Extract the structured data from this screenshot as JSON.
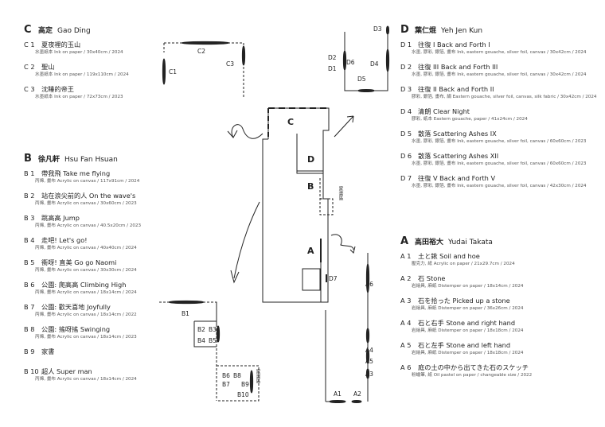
{
  "sections": {
    "C": {
      "letter": "C",
      "name": "高定",
      "name_en": "Gao Ding",
      "entries": [
        {
          "id": "C 1",
          "title": "夏夜裡的玉山",
          "meta": "水墨紙本 Ink on paper / 30x40cm / 2024"
        },
        {
          "id": "C 2",
          "title": "聖山",
          "meta": "水墨紙本 Ink on paper / 119x110cm / 2024"
        },
        {
          "id": "C 3",
          "title": "沈睡的帝王",
          "meta": "水墨紙本 Ink on paper / 72x73cm / 2023"
        }
      ]
    },
    "B": {
      "letter": "B",
      "name": "徐凡軒",
      "name_en": "Hsu Fan Hsuan",
      "entries": [
        {
          "id": "B 1",
          "title": "帶我飛  Take me flying",
          "meta": "丙烯, 畫布 Acrylic on canvas / 117x91cm / 2024"
        },
        {
          "id": "B 2",
          "title": "站在浪尖前的人  On the wave's",
          "meta": "丙烯, 畫布 Acrylic on canvas / 30x60cm / 2023"
        },
        {
          "id": "B 3",
          "title": "跳高高  Jump",
          "meta": "丙烯, 畫布 Acrylic on canvas / 40.5x20cm / 2023"
        },
        {
          "id": "B 4",
          "title": "走吧!  Let's go!",
          "meta": "丙烯, 畫布 Acrylic on canvas / 40x40cm / 2024"
        },
        {
          "id": "B 5",
          "title": "衝呀! 直美  Go go Naomi",
          "meta": "丙烯, 畫布 Acrylic on canvas / 30x30cm / 2024"
        },
        {
          "id": "B 6",
          "title": "公園: 爬高高  Climbing High",
          "meta": "丙烯, 畫布 Acrylic on canvas / 18x14cm / 2024"
        },
        {
          "id": "B 7",
          "title": "公園: 歡天喜地  Joyfully",
          "meta": "丙烯, 畫布 Acrylic on canvas / 18x14cm / 2022"
        },
        {
          "id": "B 8",
          "title": "公園: 搖呀搖  Swinging",
          "meta": "丙烯, 畫布 Acrylic on canvas / 18x14cm / 2023"
        },
        {
          "id": "B 9",
          "title": "家書",
          "meta": ""
        },
        {
          "id": "B 10",
          "title": "超人  Super man",
          "meta": "丙烯, 畫布 Acrylic on canvas / 18x14cm / 2024"
        }
      ]
    },
    "D": {
      "letter": "D",
      "name": "葉仁焜",
      "name_en": "Yeh Jen Kun",
      "entries": [
        {
          "id": "D 1",
          "title": "往復 I  Back and Forth I",
          "meta": "水墨, 膠彩, 銀箔, 畫布 Ink, eastern gouache, silver foil, canvas / 30x42cm / 2024"
        },
        {
          "id": "D 2",
          "title": "往復 III  Back and Forth III",
          "meta": "水墨, 膠彩, 銀箔, 畫布 Ink, eastern gouache, silver foil, canvas / 30x42cm / 2024"
        },
        {
          "id": "D 3",
          "title": "往復 II  Back and Forth II",
          "meta": "膠彩, 銀箔, 畫布, 絹 Eastern gouache, silver foil, canvas, silk fabric / 30x42cm / 2024"
        },
        {
          "id": "D 4",
          "title": "清朗  Clear Night",
          "meta": "膠彩, 紙本 Eastern gouache, paper / 41x24cm / 2024"
        },
        {
          "id": "D 5",
          "title": "散落  Scattering Ashes IX",
          "meta": "水墨, 膠彩, 銀箔, 畫布 Ink, eastern gouache, silver foil, canvas / 60x60cm / 2023"
        },
        {
          "id": "D 6",
          "title": "散落  Scattering Ashes XII",
          "meta": "水墨, 膠彩, 銀箔, 畫布 Ink, eastern gouache, silver foil, canvas / 60x60cm / 2023"
        },
        {
          "id": "D 7",
          "title": "往復 V  Back and Forth V",
          "meta": "水墨, 膠彩, 銀箔, 畫布 Ink, eastern gouache, silver foil, canvas / 42x30cm / 2024"
        }
      ]
    },
    "A": {
      "letter": "A",
      "name": "高田裕大",
      "name_en": "Yudai Takata",
      "entries": [
        {
          "id": "A 1",
          "title": "土と鍬  Soil and hoe",
          "meta": "壓克力, 紙 Acrylic on paper / 21x29.7cm / 2024"
        },
        {
          "id": "A 2",
          "title": "石  Stone",
          "meta": "岩繪具, 麻紙 Distemper on paper / 18x14cm / 2024"
        },
        {
          "id": "A 3",
          "title": "石を拾った  Picked up a stone",
          "meta": "岩繪具, 麻紙 Distemper on paper / 36x26cm / 2024"
        },
        {
          "id": "A 4",
          "title": "石と右手  Stone and right hand",
          "meta": "岩繪具, 麻紙 Distemper on paper / 18x18cm / 2024"
        },
        {
          "id": "A 5",
          "title": "石と左手  Stone and left hand",
          "meta": "岩繪具, 麻紙 Distemper on paper / 18x18cm / 2024"
        },
        {
          "id": "A 6",
          "title": "庭の土の中から出てきた石のスケッチ",
          "meta": "粉蠟筆, 紙 Oil pastel on paper / changeable size / 2022"
        }
      ]
    }
  },
  "map": {
    "zone_letters": {
      "C": "C",
      "D": "D",
      "B": "B",
      "A": "A"
    },
    "family_letter_label": "家書區",
    "labels": {
      "C1": "C1",
      "C2": "C2",
      "C3": "C3",
      "D1": "D1",
      "D2": "D2",
      "D3": "D3",
      "D4": "D4",
      "D5": "D5",
      "D6": "D6",
      "D7": "D7",
      "B1": "B1",
      "B2": "B2",
      "B3": "B3",
      "B4": "B4",
      "B5": "B5",
      "B6": "B6",
      "B7": "B7",
      "B8": "B8",
      "B9": "B9",
      "B10": "B10",
      "A1": "A1",
      "A2": "A2",
      "A3": "A3",
      "A4": "A4",
      "A5": "A5",
      "A6": "A6"
    }
  }
}
